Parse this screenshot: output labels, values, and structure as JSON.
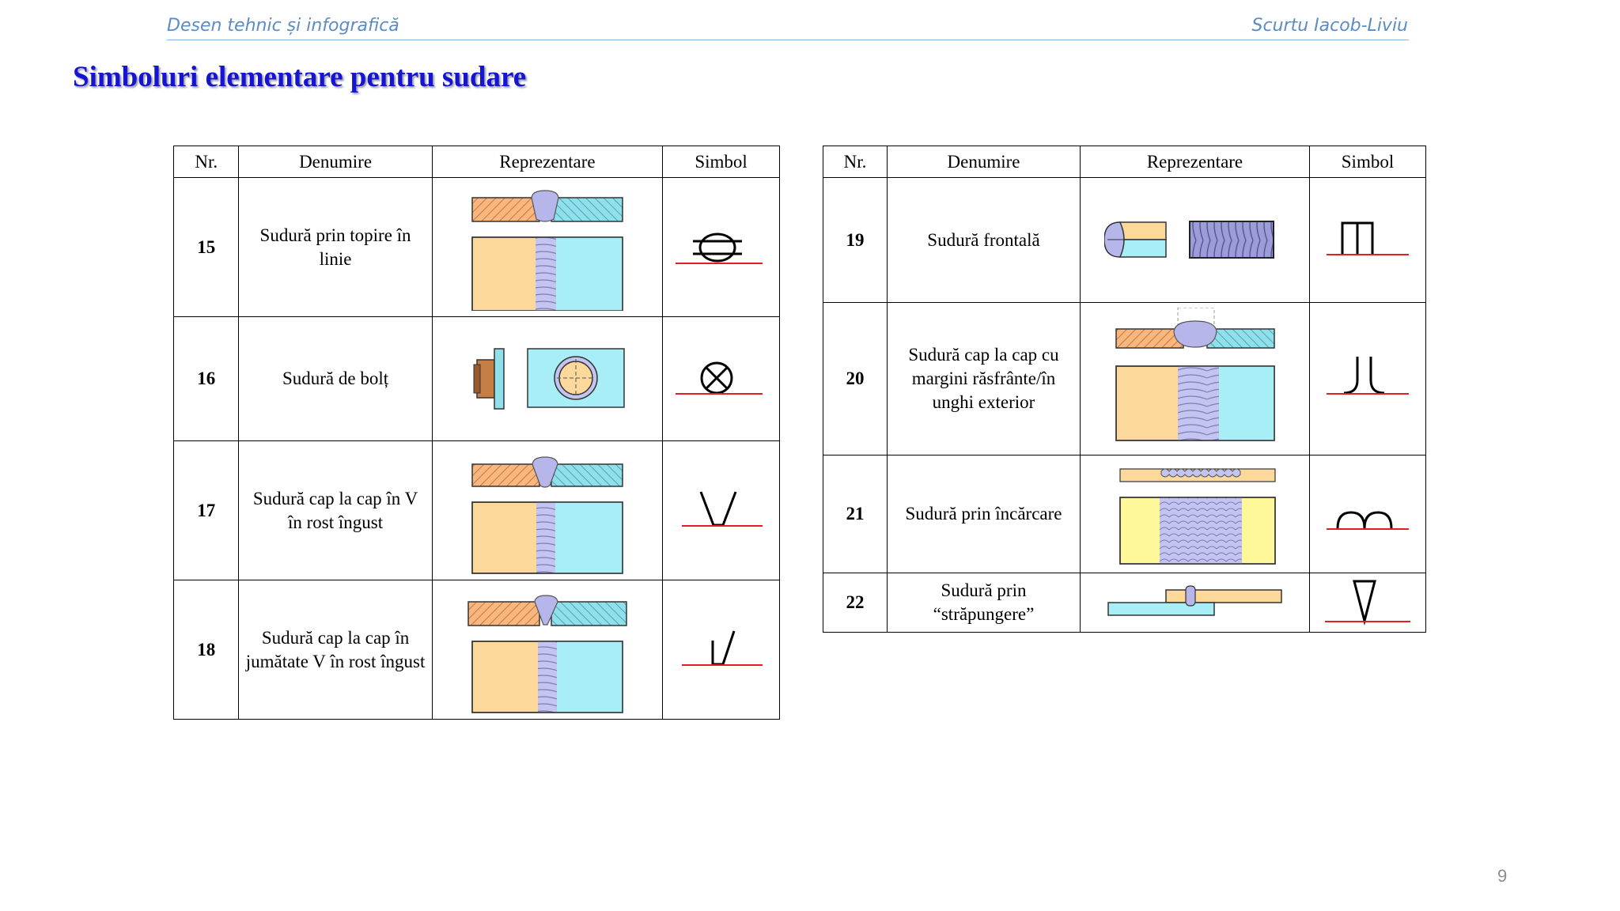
{
  "header": {
    "left": "Desen tehnic și infografică",
    "right": "Scurtu Iacob-Liviu"
  },
  "title": "Simboluri elementare pentru sudare",
  "columns": {
    "nr": "Nr.",
    "denumire": "Denumire",
    "reprezentare": "Reprezentare",
    "simbol": "Simbol"
  },
  "table_left": {
    "rows": [
      {
        "nr": "15",
        "denumire": "Sudură prin topire în linie"
      },
      {
        "nr": "16",
        "denumire": "Sudură de bolț"
      },
      {
        "nr": "17",
        "denumire": "Sudură cap la cap în V în rost îngust"
      },
      {
        "nr": "18",
        "denumire": "Sudură cap la cap în jumătate V în rost îngust"
      }
    ]
  },
  "table_right": {
    "rows": [
      {
        "nr": "19",
        "denumire": "Sudură frontală"
      },
      {
        "nr": "20",
        "denumire": "Sudură cap la cap cu margini răsfrânte/în unghi exterior"
      },
      {
        "nr": "21",
        "denumire": "Sudură prin încărcare"
      },
      {
        "nr": "22",
        "denumire": "Sudură prin “străpungere”"
      }
    ]
  },
  "page_number": "9",
  "colors": {
    "header_text": "#5b8cc4",
    "title_text": "#1414d2",
    "plate_orange": "#fcd89a",
    "plate_cyan": "#a7eef6",
    "weld_purple": "#b6b6ea",
    "reference_line": "#e02020"
  }
}
